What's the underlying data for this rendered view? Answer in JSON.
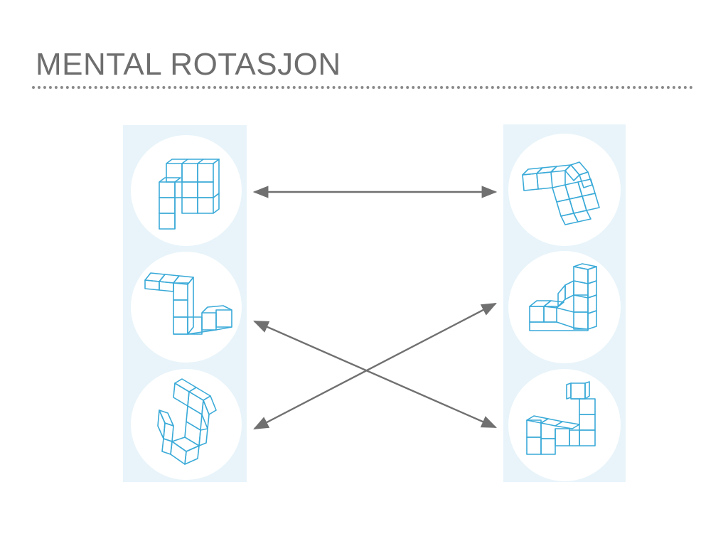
{
  "title": "MENTAL ROTASJON",
  "colors": {
    "title": "#6e6e6e",
    "panel": "#e8f4fa",
    "circle": "#ffffff",
    "cube_stroke": "#3aaad8",
    "arrow": "#707070",
    "rule": "#8a8a8a"
  },
  "left_column": {
    "items": [
      {
        "name": "shape-left-1"
      },
      {
        "name": "shape-left-2"
      },
      {
        "name": "shape-left-3"
      }
    ]
  },
  "right_column": {
    "items": [
      {
        "name": "shape-right-1"
      },
      {
        "name": "shape-right-2"
      },
      {
        "name": "shape-right-3"
      }
    ]
  },
  "matches": [
    {
      "from": "left-1",
      "to": "right-1",
      "style": "double-arrow"
    },
    {
      "from": "left-2",
      "to": "right-3",
      "style": "double-arrow"
    },
    {
      "from": "left-3",
      "to": "right-2",
      "style": "double-arrow"
    }
  ]
}
